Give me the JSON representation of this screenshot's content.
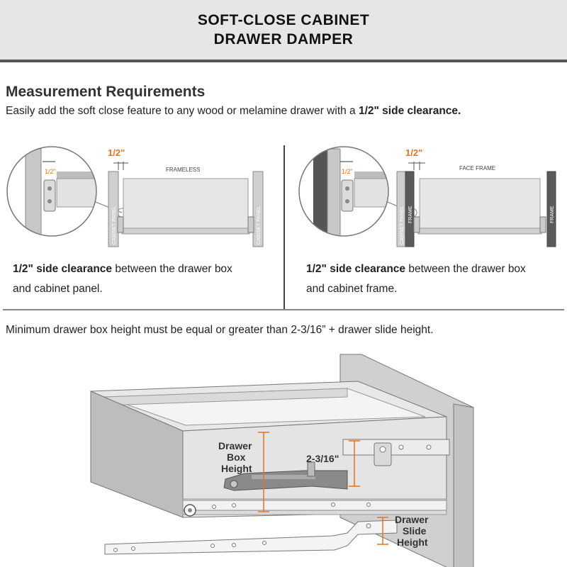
{
  "header": {
    "title_line1": "SOFT-CLOSE CABINET",
    "title_line2": "DRAWER DAMPER"
  },
  "measurement": {
    "title": "Measurement Requirements",
    "intro_prefix": "Easily add the soft close feature to any wood or melamine drawer with a ",
    "intro_bold": "1/2\" side clearance."
  },
  "left_diagram": {
    "dim_label": "1/2\"",
    "zoom_label": "1/2\"",
    "type_label": "FRAMELESS",
    "panel_left": "CABINET PANEL",
    "panel_right": "CABINET PANEL",
    "caption_bold": "1/2\" side clearance",
    "caption_rest": " between the drawer box",
    "caption_line2": "and cabinet panel."
  },
  "right_diagram": {
    "dim_label": "1/2\"",
    "zoom_label": "1/2\"",
    "type_label": "FACE FRAME",
    "panel_left": "CABINET PANEL",
    "frame_left": "FRAME",
    "frame_right": "FRAME",
    "caption_bold": "1/2\" side clearance",
    "caption_rest": " between the drawer box",
    "caption_line2": "and cabinet frame."
  },
  "minimum_text": "Minimum drawer box height must be equal  or greater than 2-3/16” + drawer slide height.",
  "drawer": {
    "box_height_l1": "Drawer",
    "box_height_l2": "Box",
    "box_height_l3": "Height",
    "dimension": "2-3/16\"",
    "slide_height_l1": "Drawer",
    "slide_height_l2": "Slide",
    "slide_height_l3": "Height"
  },
  "colors": {
    "accent": "#e8731e",
    "header_bg": "#e6e6e6",
    "header_rule": "#555555"
  }
}
